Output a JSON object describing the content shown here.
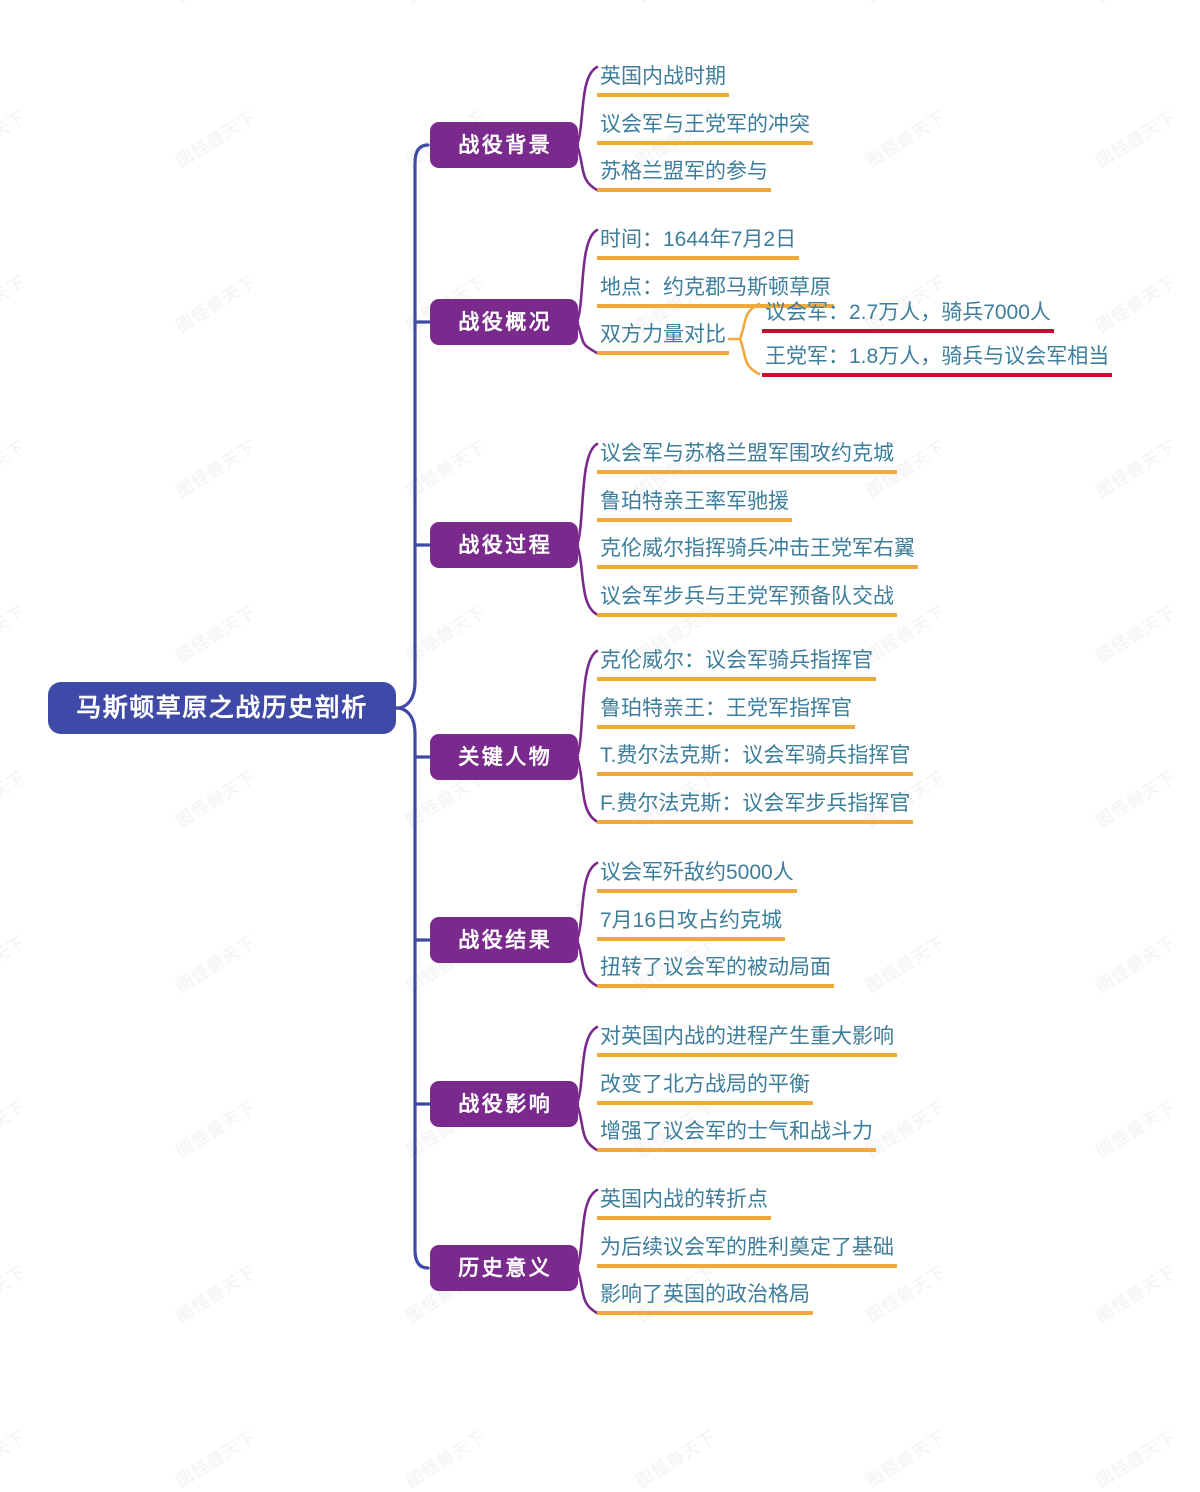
{
  "title": "马斯顿草原之战历史剖析",
  "watermark": "图怪兽天下",
  "colors": {
    "root_fill": "#3F4AA8",
    "branch_fill": "#7A2A8C",
    "leaf_text": "#3C7E9C",
    "leaf_underline": "#F2A93C",
    "level3_underline": "#C8102E",
    "spine_stroke": "#3F4AA8",
    "bracket_stroke": "#7A2A8C",
    "level3_bracket_stroke": "#F2A93C",
    "background": "#FFFFFF"
  },
  "branches": [
    {
      "label": "战役背景",
      "items": [
        {
          "text": "英国内战时期"
        },
        {
          "text": "议会军与王党军的冲突"
        },
        {
          "text": "苏格兰盟军的参与"
        }
      ]
    },
    {
      "label": "战役概况",
      "items": [
        {
          "text": "时间：1644年7月2日"
        },
        {
          "text": "地点：约克郡马斯顿草原"
        },
        {
          "text": "双方力量对比",
          "children": [
            {
              "text": "议会军：2.7万人，骑兵7000人"
            },
            {
              "text": "王党军：1.8万人，骑兵与议会军相当"
            }
          ]
        }
      ]
    },
    {
      "label": "战役过程",
      "items": [
        {
          "text": "议会军与苏格兰盟军围攻约克城"
        },
        {
          "text": "鲁珀特亲王率军驰援"
        },
        {
          "text": "克伦威尔指挥骑兵冲击王党军右翼"
        },
        {
          "text": "议会军步兵与王党军预备队交战"
        }
      ]
    },
    {
      "label": "关键人物",
      "items": [
        {
          "text": "克伦威尔：议会军骑兵指挥官"
        },
        {
          "text": "鲁珀特亲王：王党军指挥官"
        },
        {
          "text": "T.费尔法克斯：议会军骑兵指挥官"
        },
        {
          "text": "F.费尔法克斯：议会军步兵指挥官"
        }
      ]
    },
    {
      "label": "战役结果",
      "items": [
        {
          "text": "议会军歼敌约5000人"
        },
        {
          "text": "7月16日攻占约克城"
        },
        {
          "text": "扭转了议会军的被动局面"
        }
      ]
    },
    {
      "label": "战役影响",
      "items": [
        {
          "text": "对英国内战的进程产生重大影响"
        },
        {
          "text": "改变了北方战局的平衡"
        },
        {
          "text": "增强了议会军的士气和战斗力"
        }
      ]
    },
    {
      "label": "历史意义",
      "items": [
        {
          "text": "英国内战的转折点"
        },
        {
          "text": "为后续议会军的胜利奠定了基础"
        },
        {
          "text": "影响了英国的政治格局"
        }
      ]
    }
  ]
}
